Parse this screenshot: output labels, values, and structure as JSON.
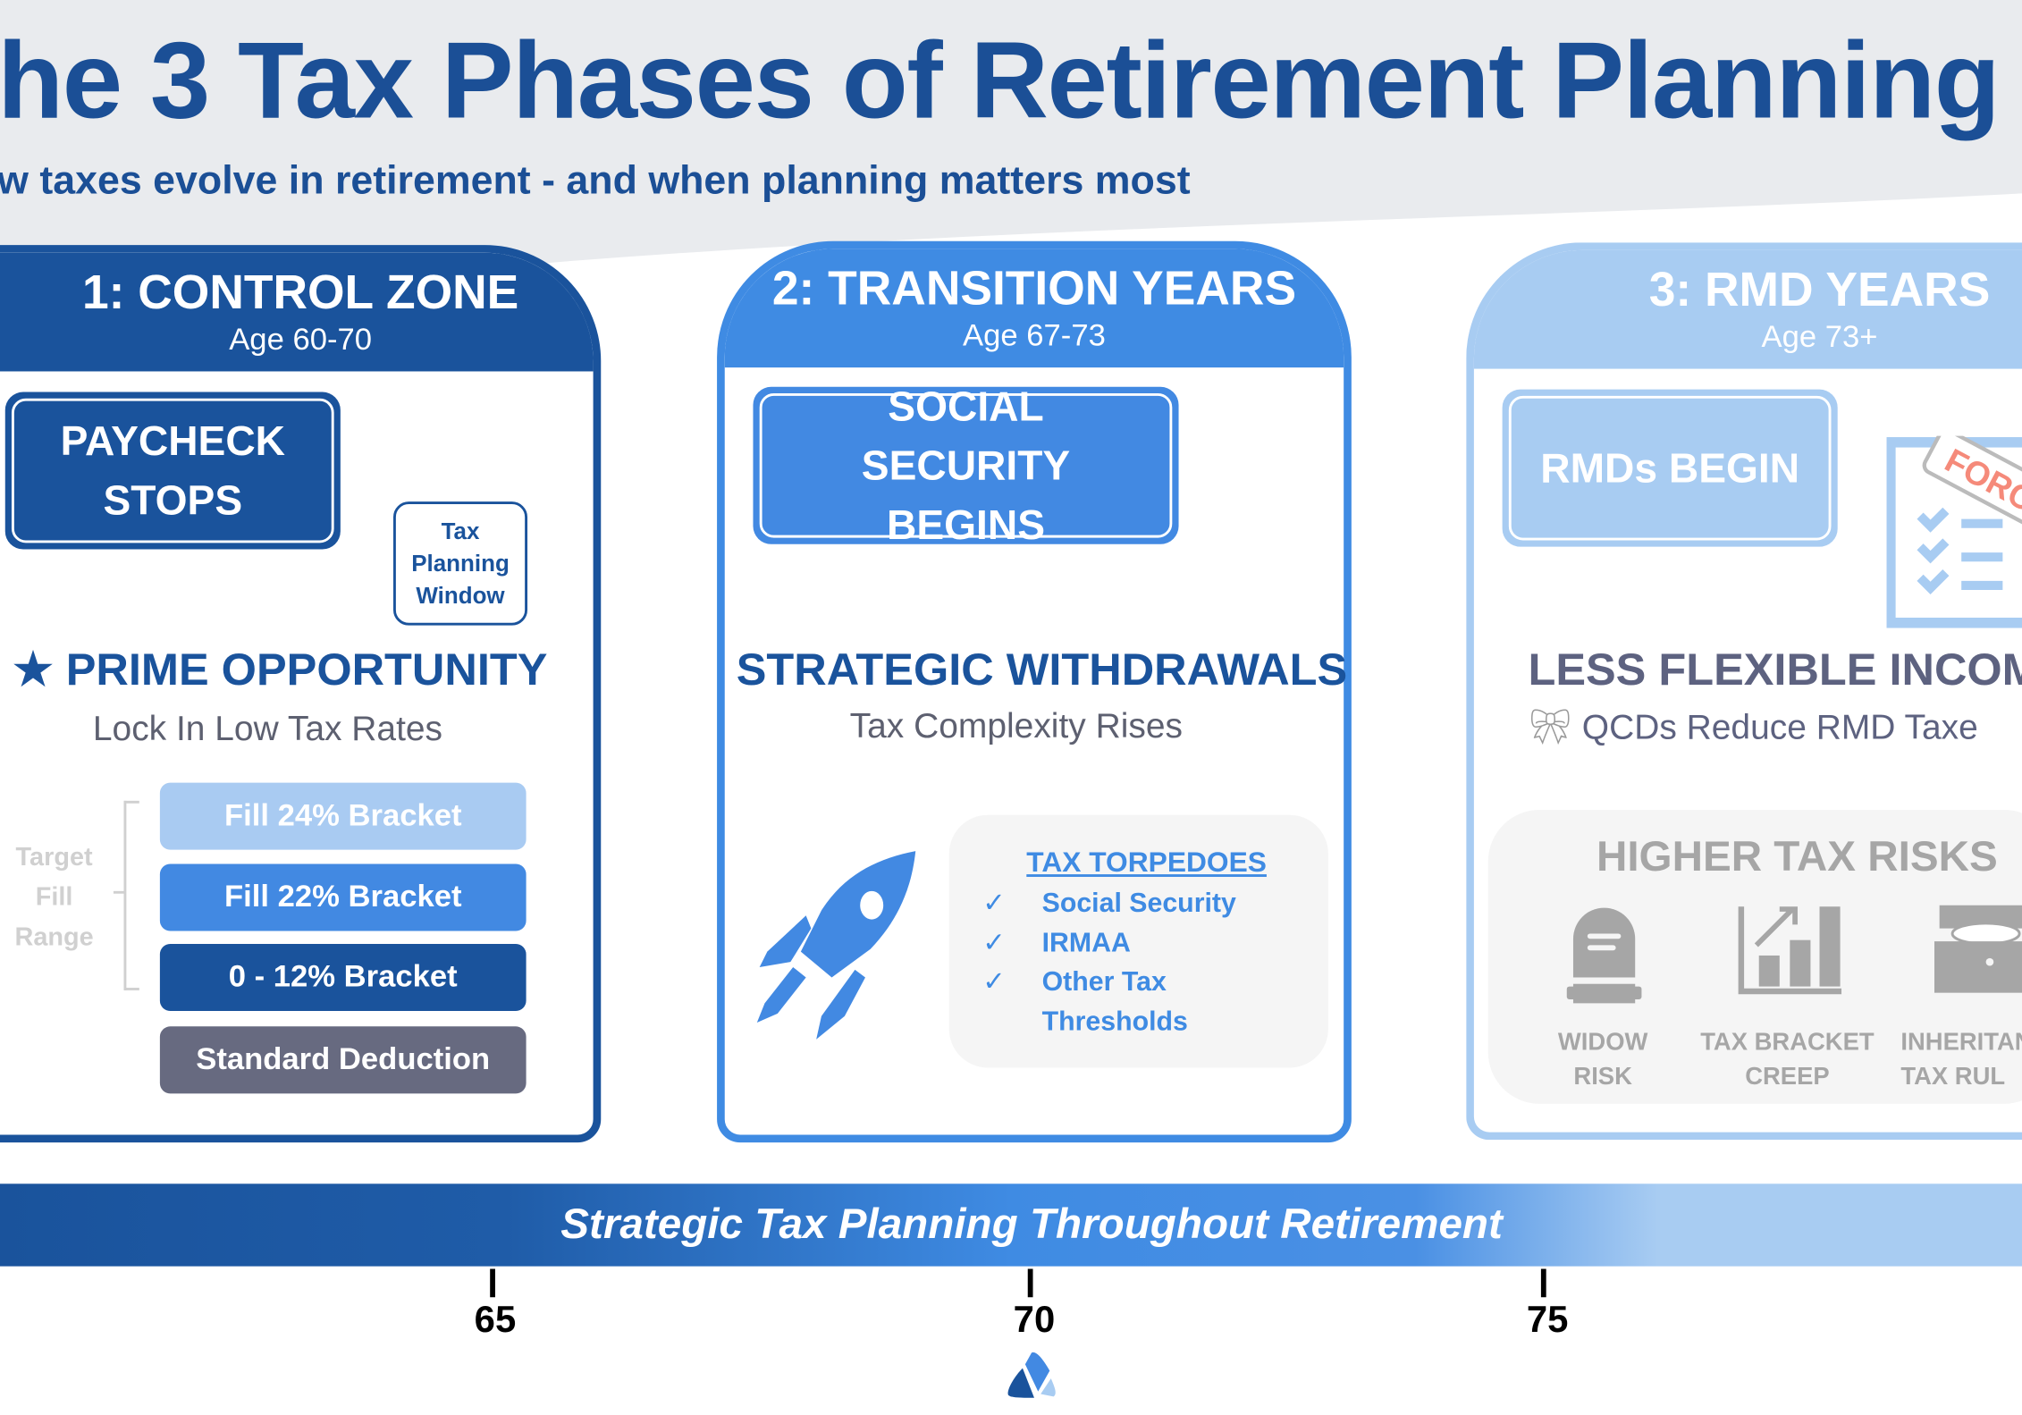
{
  "header": {
    "title": "he 3 Tax Phases of Retirement Planning",
    "subtitle": "w taxes evolve in retirement - and when planning matters most"
  },
  "phases": [
    {
      "title": "1: CONTROL ZONE",
      "age": "Age 60-70",
      "event": "PAYCHECK STOPS",
      "badge": "Tax Planning Window",
      "headline": "PRIME OPPORTUNITY",
      "headline_icon": "star-icon",
      "subline": "Lock In Low Tax Rates",
      "target_label": "Target Fill Range",
      "brackets": [
        "Fill 24% Bracket",
        "Fill 22% Bracket",
        "0 - 12% Bracket",
        "Standard Deduction"
      ],
      "color": "#1a539c"
    },
    {
      "title": "2: TRANSITION YEARS",
      "age": "Age 67-73",
      "event": "SOCIAL SECURITY BEGINS",
      "headline": "STRATEGIC WITHDRAWALS",
      "subline": "Tax Complexity Rises",
      "torpedoes_title": "TAX TORPEDOES",
      "torpedoes": [
        "Social Security",
        "IRMAA",
        "Other Tax Thresholds"
      ],
      "icon": "rocket-icon",
      "color": "#3f8be3"
    },
    {
      "title": "3: RMD YEARS",
      "age": "Age 73+",
      "event": "RMDs BEGIN",
      "stamp": "FORC",
      "headline": "LESS FLEXIBLE INCOM",
      "subline": "QCDs Reduce RMD Taxe",
      "subline_icon": "gift-bow-icon",
      "risks_title": "HIGHER TAX RISKS",
      "risks": [
        {
          "label": "WIDOW RISK",
          "icon": "gravestone-icon"
        },
        {
          "label": "TAX BRACKET CREEP",
          "icon": "rising-bar-chart-icon"
        },
        {
          "label": "INHERITAN TAX RUL",
          "icon": "treasure-chest-icon"
        }
      ],
      "color": "#a8ccf2"
    }
  ],
  "timeline": {
    "banner": "Strategic Tax Planning Throughout Retirement",
    "ticks": [
      "65",
      "70",
      "75"
    ]
  }
}
